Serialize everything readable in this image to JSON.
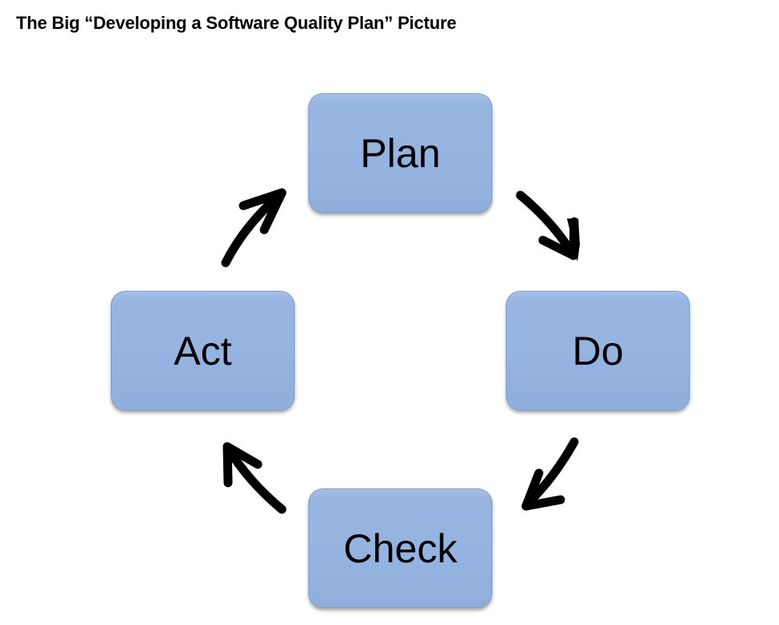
{
  "title": "The Big “Developing a Software Quality Plan” Picture",
  "diagram": {
    "type": "cycle",
    "nodes": [
      {
        "id": "plan",
        "label": "Plan"
      },
      {
        "id": "do",
        "label": "Do"
      },
      {
        "id": "check",
        "label": "Check"
      },
      {
        "id": "act",
        "label": "Act"
      }
    ],
    "edges": [
      {
        "from": "plan",
        "to": "do",
        "icon": "arrow-down-right-icon"
      },
      {
        "from": "do",
        "to": "check",
        "icon": "arrow-down-left-icon"
      },
      {
        "from": "check",
        "to": "act",
        "icon": "arrow-up-left-icon"
      },
      {
        "from": "act",
        "to": "plan",
        "icon": "arrow-up-right-icon"
      }
    ],
    "colors": {
      "box_fill": "#95b3e0",
      "box_border": "#7f9dca",
      "arrow": "#000000",
      "text": "#000000"
    }
  }
}
